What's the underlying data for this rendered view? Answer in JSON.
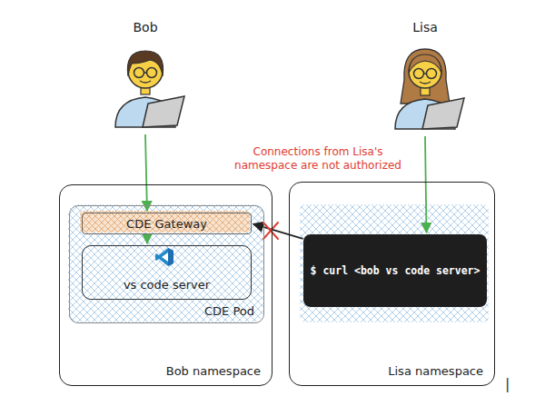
{
  "diagram": {
    "nodes": [
      {
        "text": [
          "Bob"
        ]
      },
      {
        "text": [
          "Lisa"
        ]
      },
      {
        "text": [
          "Bob namespace"
        ]
      },
      {
        "text": [
          "CDE Pod"
        ],
        "in": 2
      },
      {
        "text": [
          "CDE Gateway"
        ],
        "in": 3
      },
      {
        "text": [
          "vs code server"
        ],
        "in": 3
      },
      {
        "text": [
          "Lisa namespace"
        ]
      },
      {
        "text": [
          "$ curl <bob vs code server>"
        ],
        "in": 6
      }
    ],
    "edges": [
      {
        "from": 0,
        "to": 4,
        "arrow": "to"
      },
      {
        "from": 4,
        "to": 5,
        "arrow": "to"
      },
      {
        "from": 1,
        "to": 7,
        "arrow": "to"
      },
      {
        "from": 7,
        "to": 4,
        "arrow": "to"
      }
    ],
    "labels": [
      "Connections from Lisa's namespace are not authorized",
      "|"
    ]
  }
}
